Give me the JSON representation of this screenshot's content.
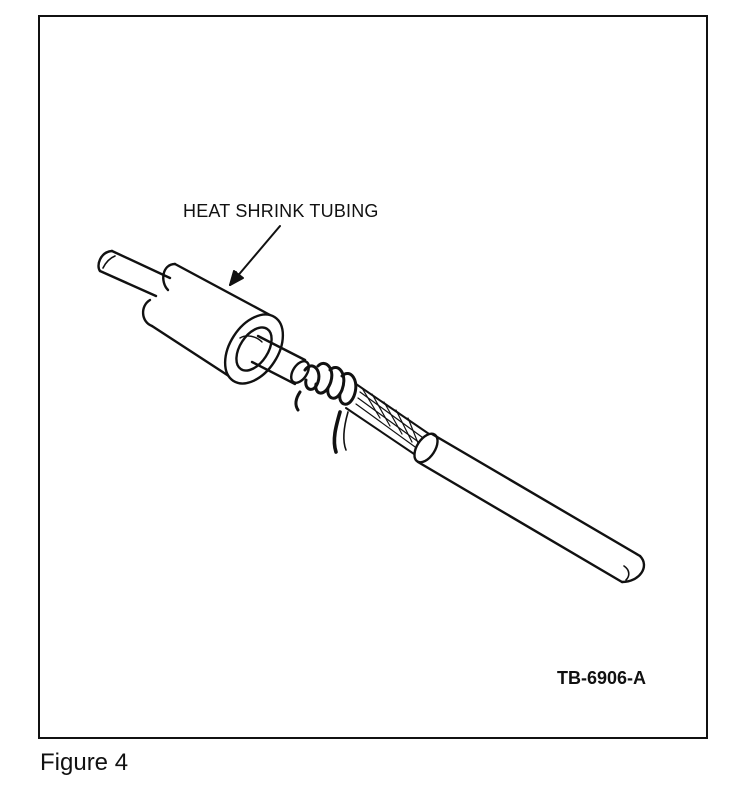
{
  "figure": {
    "callout_label": "HEAT SHRINK TUBING",
    "reference_code": "TB-6906-A",
    "caption": "Figure 4"
  },
  "colors": {
    "ink": "#111111",
    "paper": "#ffffff"
  }
}
